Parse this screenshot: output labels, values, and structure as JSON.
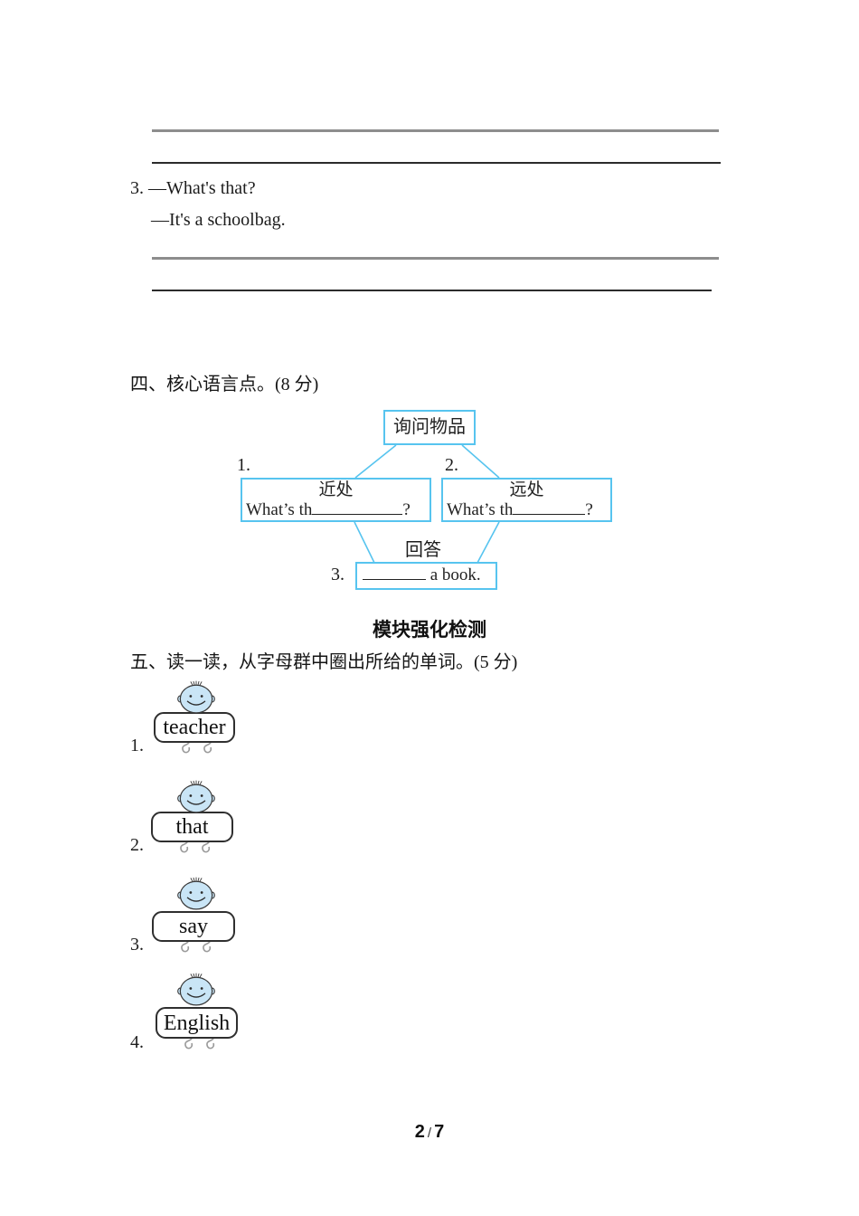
{
  "dialogue": {
    "number": "3.",
    "question": "—What's that?",
    "answer": "—It's a schoolbag."
  },
  "section4": {
    "heading": "四、核心语言点。(8 分)",
    "diagram": {
      "top_box": "询问物品",
      "answer_label": "回答",
      "near": {
        "number": "1.",
        "label": "近处",
        "prefix": "What’s th",
        "suffix": "?"
      },
      "far": {
        "number": "2.",
        "label": "远处",
        "prefix": "What’s th",
        "suffix": "?"
      },
      "answer": {
        "number": "3.",
        "suffix": "a book."
      }
    }
  },
  "module_heading": "模块强化检测",
  "section5": {
    "heading": "五、读一读，从字母群中圈出所给的单词。(5 分)",
    "items": [
      {
        "number": "1.",
        "word": "teacher"
      },
      {
        "number": "2.",
        "word": "that"
      },
      {
        "number": "3.",
        "word": "say"
      },
      {
        "number": "4.",
        "word": "English"
      }
    ]
  },
  "footer": {
    "current": "2",
    "separator": "/",
    "total": "7"
  },
  "colors": {
    "diagram_box_border": "#57c4ef",
    "face_fill": "#c9e5f6",
    "outline": "#3a3a3a",
    "hands_gray": "#9a9a9a",
    "gray_line": "#8d8d8d",
    "black_line": "#2b2b2b"
  },
  "icons": {
    "kid_face": "kid-face-icon",
    "hands": "curled-hands-icon"
  }
}
